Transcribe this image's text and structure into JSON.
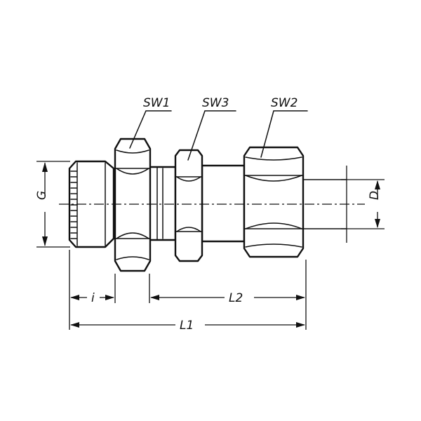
{
  "labels": {
    "sw1": "SW1",
    "sw3": "SW3",
    "sw2": "SW2",
    "g": "G",
    "d": "D",
    "i": "i",
    "l1": "L1",
    "l2": "L2"
  }
}
